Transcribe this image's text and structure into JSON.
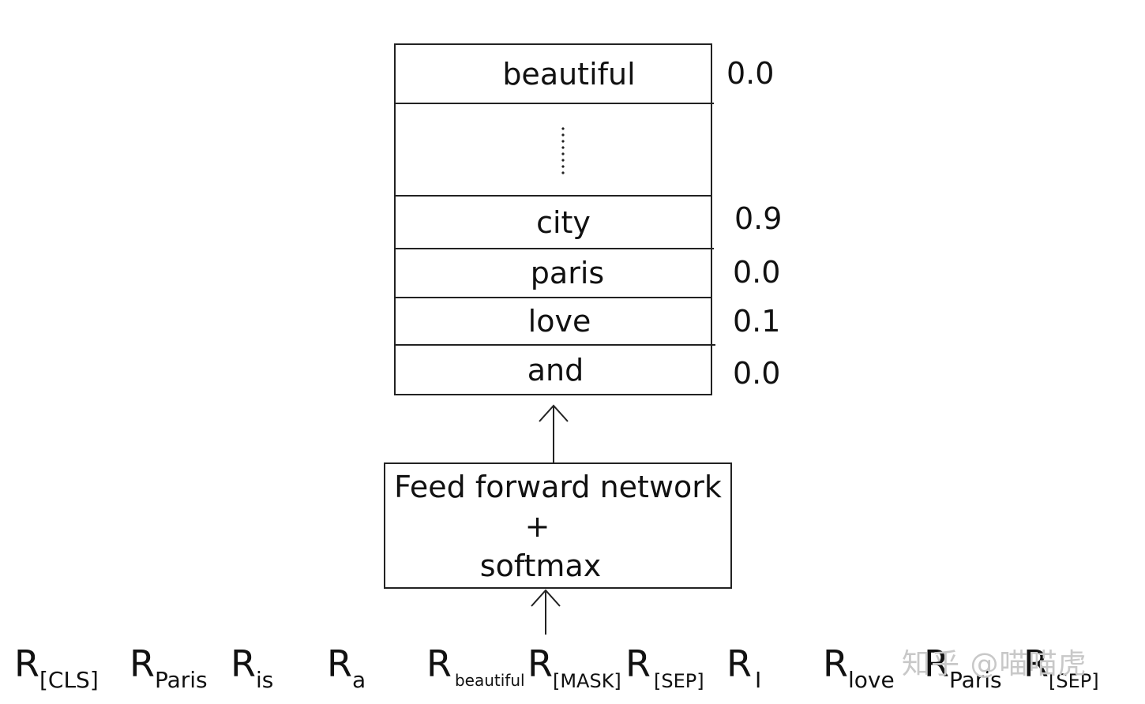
{
  "vocab_rows": [
    {
      "word": "beautiful",
      "prob": "0.0"
    },
    {
      "word": "city",
      "prob": "0.9"
    },
    {
      "word": "paris",
      "prob": "0.0"
    },
    {
      "word": "love",
      "prob": "0.1"
    },
    {
      "word": "and",
      "prob": "0.0"
    }
  ],
  "ffn": {
    "line1": "Feed forward network",
    "line2": "+",
    "line3": "softmax"
  },
  "tokens": [
    {
      "main": "R",
      "sub": "[CLS]"
    },
    {
      "main": "R",
      "sub": "Paris"
    },
    {
      "main": "R",
      "sub": "is"
    },
    {
      "main": "R",
      "sub": "a"
    },
    {
      "main": "R",
      "sub": "beautiful"
    },
    {
      "main": "R",
      "sub": "[MASK]"
    },
    {
      "main": "R",
      "sub": "[SEP]"
    },
    {
      "main": "R",
      "sub": "I"
    },
    {
      "main": "R",
      "sub": "love"
    },
    {
      "main": "R",
      "sub": "Paris"
    },
    {
      "main": "R",
      "sub": "[SEP]"
    }
  ],
  "watermark": "知乎 @喵喵虎"
}
